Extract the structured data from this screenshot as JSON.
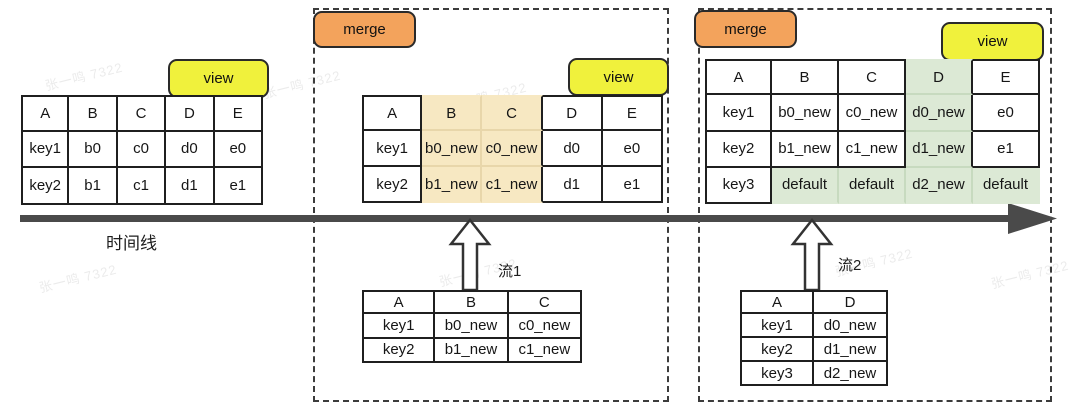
{
  "labels": {
    "merge": "merge",
    "view": "view"
  },
  "timeline": {
    "label": "时间线"
  },
  "streams": [
    {
      "label": "流1"
    },
    {
      "label": "流2"
    }
  ],
  "watermark": {
    "text": "张一鸣 7322"
  },
  "colors": {
    "border": "#1f1f1f",
    "highlight_tan": "#F7E8C2",
    "highlight_tan_line": "#E8D6AA",
    "highlight_green": "#DCE9D5",
    "highlight_green_line": "#C7DABF",
    "merge_orange": "#F3A35C",
    "view_yellow": "#F0F13C",
    "timeline_gray": "#4A4A4A"
  },
  "tables": {
    "base": {
      "columns": [
        "A",
        "B",
        "C",
        "D",
        "E"
      ],
      "rows": [
        [
          "key1",
          "b0",
          "c0",
          "d0",
          "e0"
        ],
        [
          "key2",
          "b1",
          "c1",
          "d1",
          "e1"
        ]
      ]
    },
    "merged1": {
      "columns": [
        "A",
        "B",
        "C",
        "D",
        "E"
      ],
      "rows": [
        [
          "key1",
          "b0_new",
          "c0_new",
          "d0",
          "e0"
        ],
        [
          "key2",
          "b1_new",
          "c1_new",
          "d1",
          "e1"
        ]
      ],
      "highlight": {
        "matrix": [
          [
            0,
            1,
            1,
            0,
            0
          ],
          [
            0,
            1,
            1,
            0,
            0
          ],
          [
            0,
            1,
            1,
            0,
            0
          ]
        ]
      }
    },
    "merged2": {
      "columns": [
        "A",
        "B",
        "C",
        "D",
        "E"
      ],
      "rows": [
        [
          "key1",
          "b0_new",
          "c0_new",
          "d0_new",
          "e0"
        ],
        [
          "key2",
          "b1_new",
          "c1_new",
          "d1_new",
          "e1"
        ],
        [
          "key3",
          "default",
          "default",
          "d2_new",
          "default"
        ]
      ],
      "highlight": {
        "matrix": [
          [
            0,
            0,
            0,
            2,
            0
          ],
          [
            0,
            0,
            0,
            2,
            0
          ],
          [
            0,
            0,
            0,
            2,
            0
          ],
          [
            0,
            2,
            2,
            2,
            2
          ]
        ]
      }
    },
    "stream1": {
      "columns": [
        "A",
        "B",
        "C"
      ],
      "rows": [
        [
          "key1",
          "b0_new",
          "c0_new"
        ],
        [
          "key2",
          "b1_new",
          "c1_new"
        ]
      ]
    },
    "stream2": {
      "columns": [
        "A",
        "D"
      ],
      "rows": [
        [
          "key1",
          "d0_new"
        ],
        [
          "key2",
          "d1_new"
        ],
        [
          "key3",
          "d2_new"
        ]
      ]
    }
  }
}
